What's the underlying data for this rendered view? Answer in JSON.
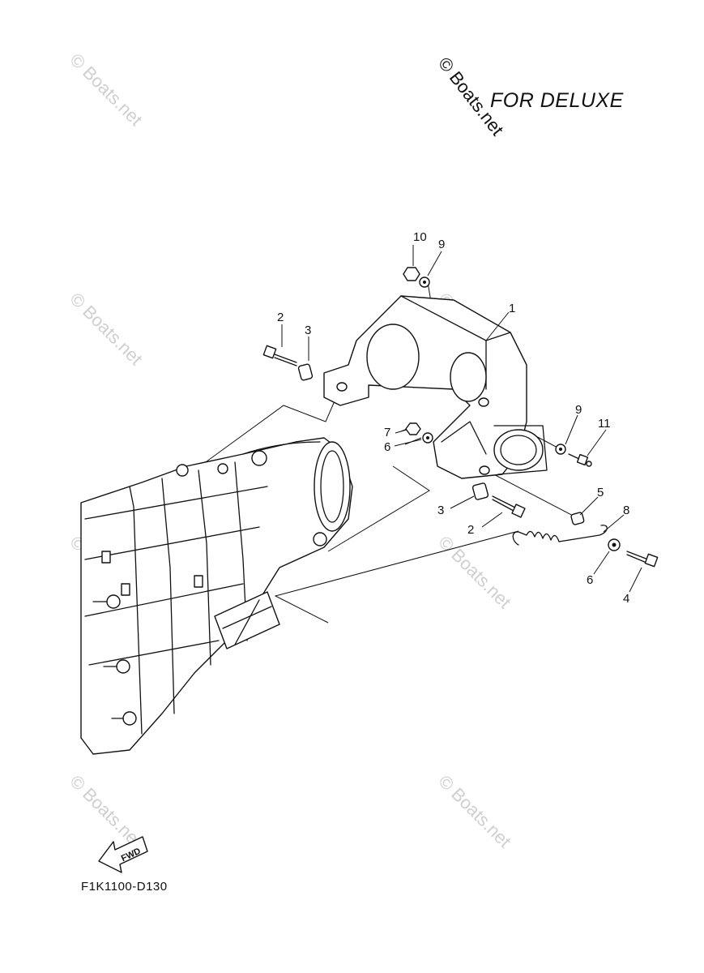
{
  "header": {
    "title": "FOR DELUXE",
    "watermark_main": "© Boats.net"
  },
  "watermark": "© Boats.net",
  "footer": {
    "diagram_code": "F1K1100-D130"
  },
  "fwd_arrow": {
    "label": "FWD"
  },
  "callouts": [
    {
      "id": "c1",
      "number": "1"
    },
    {
      "id": "c2a",
      "number": "2"
    },
    {
      "id": "c2b",
      "number": "2"
    },
    {
      "id": "c3a",
      "number": "3"
    },
    {
      "id": "c3b",
      "number": "3"
    },
    {
      "id": "c4",
      "number": "4"
    },
    {
      "id": "c5",
      "number": "5"
    },
    {
      "id": "c6a",
      "number": "6"
    },
    {
      "id": "c6b",
      "number": "6"
    },
    {
      "id": "c7",
      "number": "7"
    },
    {
      "id": "c8",
      "number": "8"
    },
    {
      "id": "c9a",
      "number": "9"
    },
    {
      "id": "c9b",
      "number": "9"
    },
    {
      "id": "c10",
      "number": "10"
    },
    {
      "id": "c11",
      "number": "11"
    }
  ]
}
